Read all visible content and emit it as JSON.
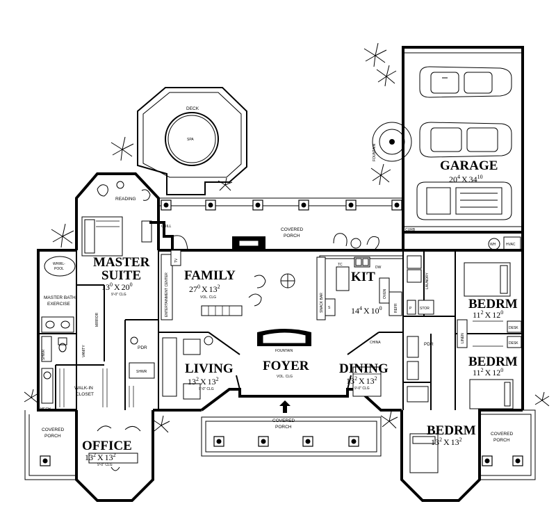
{
  "rooms": {
    "garage": {
      "name": "GARAGE",
      "w": "20",
      "w_sup": "4",
      "x": "X",
      "h": "34",
      "h_sup": "10"
    },
    "master": {
      "name1": "MASTER",
      "name2": "SUITE",
      "w": "13",
      "w_sup": "0",
      "x": "X",
      "h": "20",
      "h_sup": "0",
      "note": "9'-0\" CLG"
    },
    "family": {
      "name": "FAMILY",
      "w": "27",
      "w_sup": "0",
      "x": "X",
      "h": "13",
      "h_sup": "2",
      "note": "VOL. CLG"
    },
    "kitchen": {
      "name": "KIT",
      "w": "14",
      "w_sup": "4",
      "x": "X",
      "h": "10",
      "h_sup": "0"
    },
    "bed1": {
      "name": "BEDRM",
      "w": "11",
      "w_sup": "2",
      "x": "X",
      "h": "12",
      "h_sup": "0"
    },
    "bed2": {
      "name": "BEDRM",
      "w": "11",
      "w_sup": "2",
      "x": "X",
      "h": "12",
      "h_sup": "0"
    },
    "bed3": {
      "name": "BEDRM",
      "w": "13",
      "w_sup": "2",
      "x": "X",
      "h": "13",
      "h_sup": "2"
    },
    "living": {
      "name": "LIVING",
      "w": "13",
      "w_sup": "2",
      "x": "X",
      "h": "13",
      "h_sup": "2",
      "note": "9'-0\" CLG"
    },
    "foyer": {
      "name": "FOYER",
      "note": "VOL. CLG"
    },
    "dining": {
      "name": "DINING",
      "w": "13",
      "w_sup": "2",
      "x": "X",
      "h": "13",
      "h_sup": "2",
      "note": "9'-0\" CLG"
    },
    "office": {
      "name": "OFFICE",
      "w": "13",
      "w_sup": "2",
      "x": "X",
      "h": "13",
      "h_sup": "2",
      "note": "9'-0\" CLG"
    }
  },
  "labels": {
    "deck": "DECK",
    "spa": "SPA",
    "reading": "READING",
    "grill": "GRILL",
    "covered_porch_1": "COVERED",
    "covered_porch_2": "PORCH",
    "fountain": "FOUNTAIN",
    "curb": "CURB",
    "wh": "WH",
    "hvac": "HVAC",
    "whirlpool_1": "WHIRL-",
    "whirlpool_2": "POOL",
    "master_bath_1": "MASTER BATH/",
    "master_bath_2": "EXERCISE",
    "tv": "TV",
    "entertainment_center": "ENTERTAINMENT CENTER",
    "snack_bar": "SNACK BAR",
    "tc": "TC",
    "dw": "DW",
    "oven": "OVEN",
    "refr": "REFR",
    "laundry": "LAUNDRY",
    "stor": "STOR",
    "p": "P",
    "linen": "LINEN",
    "desk": "DESK",
    "mirror": "MIRROR",
    "vanity": "VANITY",
    "shwr": "SHWR",
    "pdr": "PDR",
    "walkin_1": "WALK-IN",
    "walkin_2": "CLOSET",
    "mech": "MECH.",
    "china": "CHINA",
    "s": "S",
    "clg_9": "9'-0\" CLG"
  }
}
